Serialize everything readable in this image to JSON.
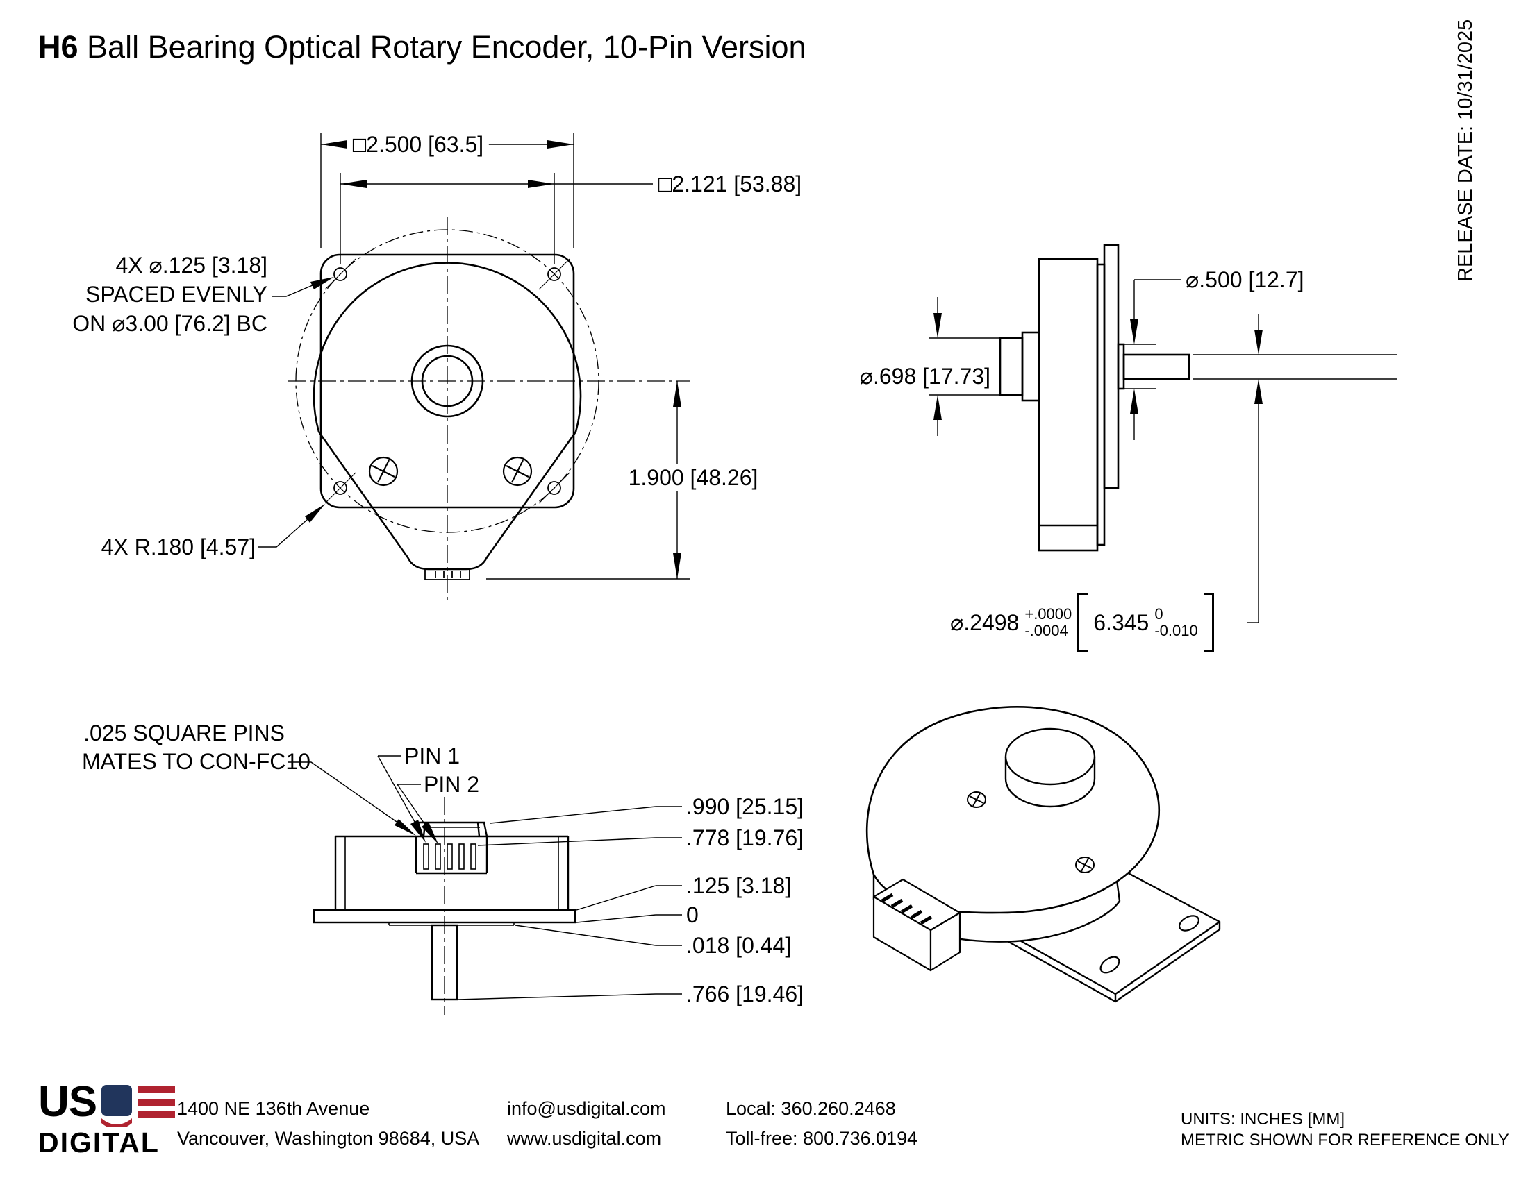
{
  "page": {
    "title_model": "H6",
    "title_rest": " Ball Bearing Optical Rotary Encoder, 10-Pin Version",
    "release_date": "RELEASE DATE: 10/31/2025"
  },
  "front_view": {
    "dim_outer": "□2.500 [63.5]",
    "dim_inner": "□2.121 [53.88]",
    "holes_note_line1": "4X ⌀.125 [3.18]",
    "holes_note_line2": "SPACED EVENLY",
    "holes_note_line3": "ON ⌀3.00 [76.2] BC",
    "radius_note": "4X R.180 [4.57]",
    "dim_height": "1.900 [48.26]"
  },
  "side_view": {
    "dim_shaft_boss": "⌀.500 [12.7]",
    "dim_hub": "⌀.698 [17.73]",
    "shaft_tol": {
      "prefix": "⌀.2498",
      "tol_plus": "+.0000",
      "tol_minus": "-.0004",
      "metric": "6.345",
      "metric_plus": "0",
      "metric_minus": "-0.010"
    }
  },
  "bottom_view": {
    "pins_note_line1": ".025 SQUARE PINS",
    "pins_note_line2": "MATES TO CON-FC10",
    "pin1_label": "PIN 1",
    "pin2_label": "PIN 2",
    "dims": [
      ".990 [25.15]",
      ".778 [19.76]",
      ".125 [3.18]",
      "0",
      ".018 [0.44]",
      ".766 [19.46]"
    ]
  },
  "footer": {
    "logo_line1": "US",
    "logo_line2": "DIGITAL",
    "address_line1": "1400 NE 136th Avenue",
    "address_line2": "Vancouver, Washington 98684, USA",
    "email": "info@usdigital.com",
    "website": "www.usdigital.com",
    "phone_local": "Local: 360.260.2468",
    "phone_tollfree": "Toll-free: 800.736.0194",
    "units_line1": "UNITS: INCHES [MM]",
    "units_line2": "METRIC SHOWN FOR REFERENCE ONLY"
  },
  "colors": {
    "line": "#000000",
    "logo_blue": "#21355c",
    "logo_red": "#b02330"
  }
}
